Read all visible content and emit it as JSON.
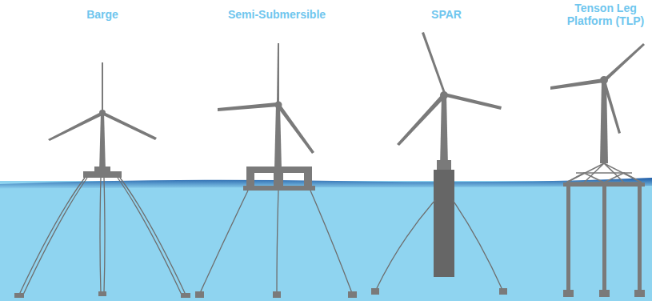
{
  "diagram": {
    "labels": [
      "Barge",
      "Semi-Submersible",
      "SPAR",
      "Tenson Leg Platform (TLP)"
    ]
  }
}
